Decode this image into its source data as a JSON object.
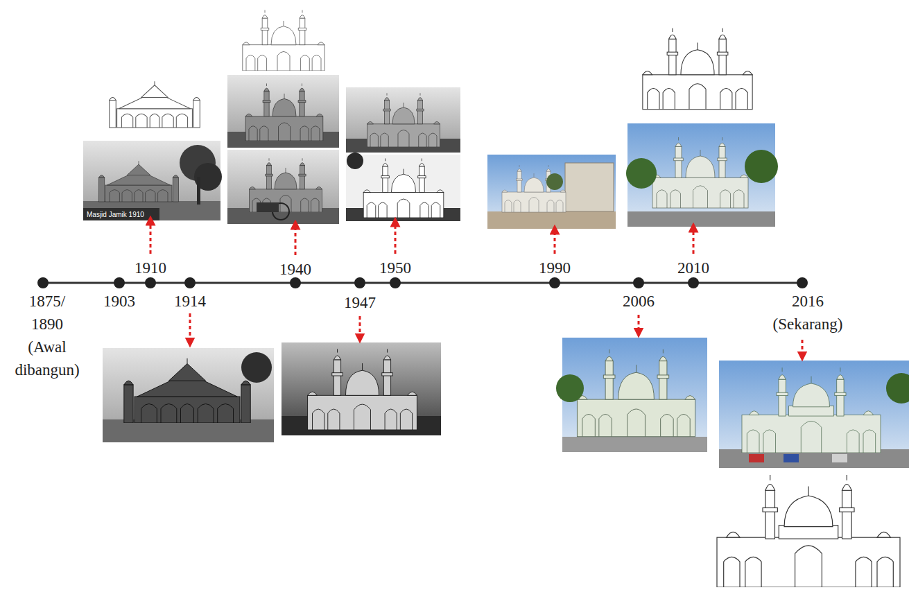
{
  "diagram": {
    "labels": [
      "Masjid Jamik 1910",
      "1875/ 1890 (Awal dibangun)",
      "1903",
      "1910",
      "1914",
      "1940",
      "1947",
      "1950",
      "1990",
      "2006",
      "2010",
      "2016 (Sekarang)"
    ]
  }
}
